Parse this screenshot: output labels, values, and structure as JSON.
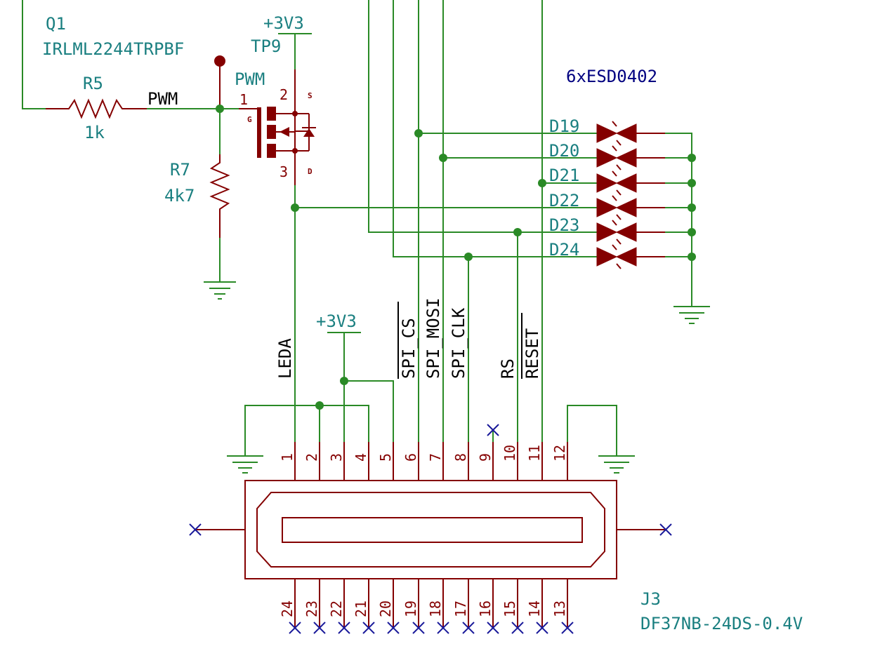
{
  "q1": {
    "ref": "Q1",
    "value": "IRLML2244TRPBF",
    "pin_gate": "1",
    "pin_source": "2",
    "pin_drain": "3",
    "label_g": "G",
    "label_s": "S",
    "label_d": "D"
  },
  "r5": {
    "ref": "R5",
    "value": "1k"
  },
  "r7": {
    "ref": "R7",
    "value": "4k7"
  },
  "tp9": {
    "ref": "TP9",
    "value": "PWM"
  },
  "power": {
    "top": "+3V3",
    "mid": "+3V3"
  },
  "nets": {
    "pwm": "PWM",
    "leda": "LEDA",
    "spi_cs": "SPI_CS",
    "spi_mosi": "SPI_MOSI",
    "spi_clk": "SPI_CLK",
    "rs": "RS",
    "reset": "RESET"
  },
  "esd_note": "6xESD0402",
  "diodes": [
    "D19",
    "D20",
    "D21",
    "D22",
    "D23",
    "D24"
  ],
  "j3": {
    "ref": "J3",
    "value": "DF37NB-24DS-0.4V",
    "top_pins": [
      "1",
      "2",
      "3",
      "4",
      "5",
      "6",
      "7",
      "8",
      "9",
      "10",
      "11",
      "12"
    ],
    "bottom_pins": [
      "24",
      "23",
      "22",
      "21",
      "20",
      "19",
      "18",
      "17",
      "16",
      "15",
      "14",
      "13"
    ]
  }
}
